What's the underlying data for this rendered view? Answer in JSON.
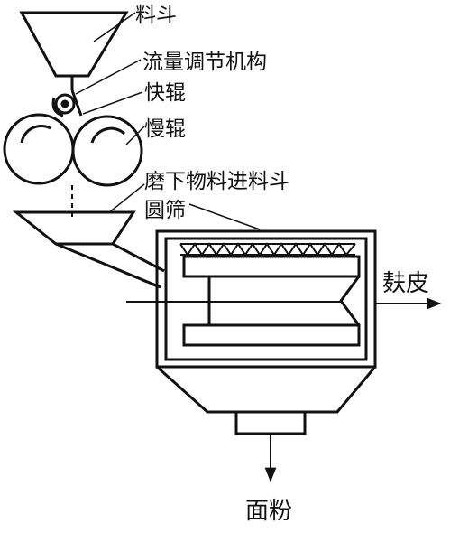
{
  "diagram": {
    "labels": {
      "hopper": "料斗",
      "flow_control": "流量调节机构",
      "fast_roller": "快辊",
      "slow_roller": "慢辊",
      "feed_hopper": "磨下物料进料斗",
      "round_sieve": "圆筛",
      "bran": "麸皮",
      "flour": "面粉"
    },
    "colors": {
      "ink": "#111111",
      "background": "#ffffff"
    }
  }
}
